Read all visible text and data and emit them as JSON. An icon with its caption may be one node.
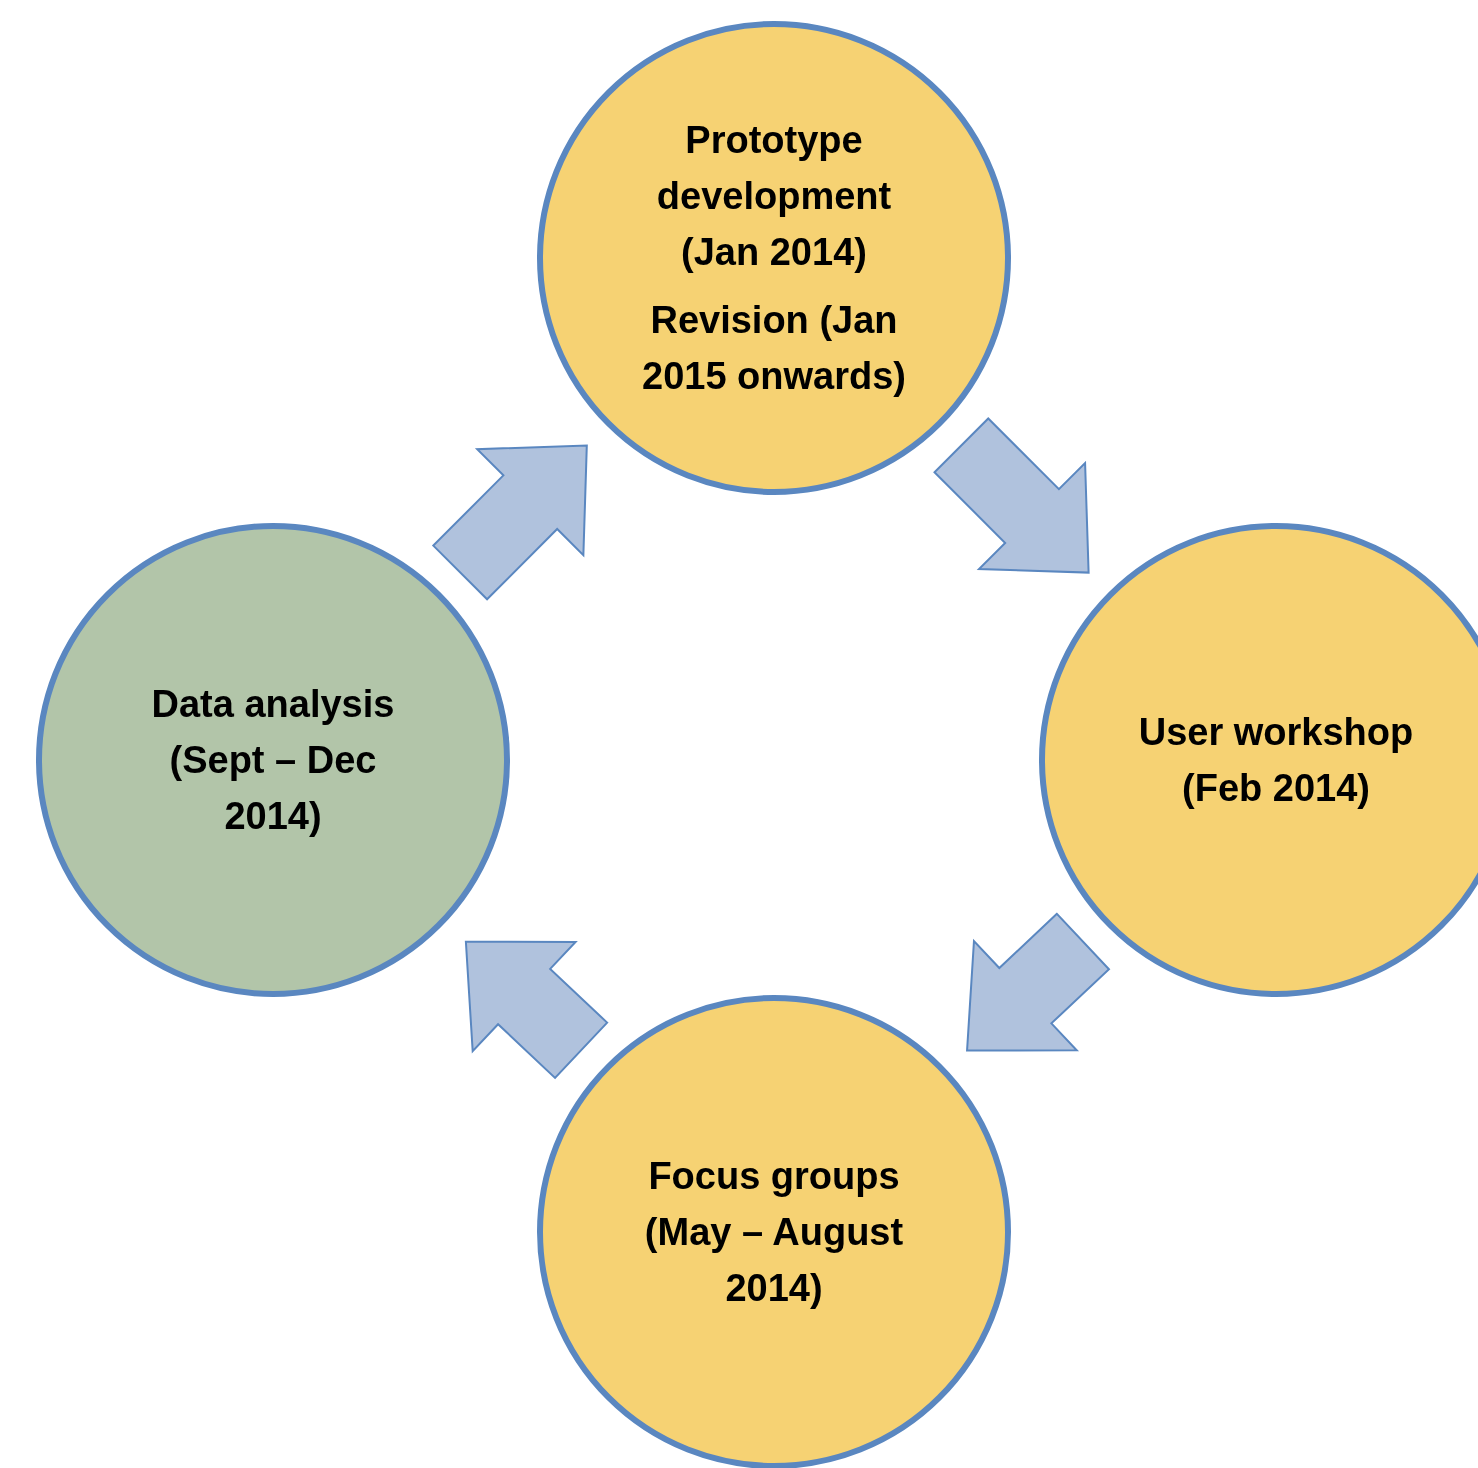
{
  "diagram": {
    "nodes": [
      {
        "text": [
          "Prototype development (Jan 2014)",
          "Revision (Jan 2015 onwards)"
        ]
      },
      {
        "text": [
          "User workshop (Feb 2014)"
        ]
      },
      {
        "text": [
          "Focus groups (May – August 2014)"
        ]
      },
      {
        "text": [
          "Data analysis (Sept – Dec 2014)"
        ]
      }
    ],
    "edges": [
      {
        "from": 0,
        "to": 1,
        "arrow": "to"
      },
      {
        "from": 1,
        "to": 2,
        "arrow": "to"
      },
      {
        "from": 2,
        "to": 3,
        "arrow": "to"
      },
      {
        "from": 3,
        "to": 0,
        "arrow": "to"
      }
    ]
  }
}
